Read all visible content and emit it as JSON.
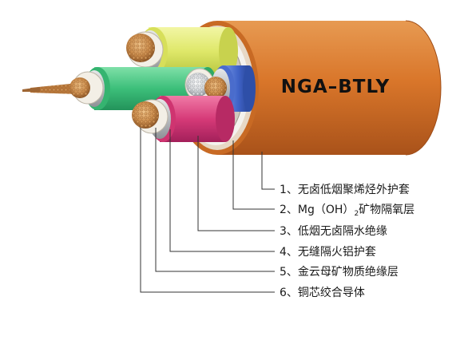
{
  "cable": {
    "brand_text": "NGA–BTLY",
    "colors": {
      "sheath": "#d9762a",
      "sheath_dark": "#b85a1a",
      "insulation_yellow": "#dfe86a",
      "insulation_green": "#3cbf7a",
      "insulation_blue": "#3f63c8",
      "insulation_pink": "#d63a78",
      "copper": "#c98a4a",
      "aluminum": "#b9bcc0"
    }
  },
  "legend": {
    "items": [
      {
        "number": "1、",
        "text": "无卤低烟聚烯烃外护套"
      },
      {
        "number": "2、",
        "text_a": "Mg（OH）",
        "text_sub": "2",
        "text_b": "矿物隔氧层"
      },
      {
        "number": "3、",
        "text": "低烟无卤隔水绝缘"
      },
      {
        "number": "4、",
        "text": "无缝隔火铝护套"
      },
      {
        "number": "5、",
        "text": "金云母矿物质绝缘层"
      },
      {
        "number": "6、",
        "text": "铜芯绞合导体"
      }
    ]
  }
}
